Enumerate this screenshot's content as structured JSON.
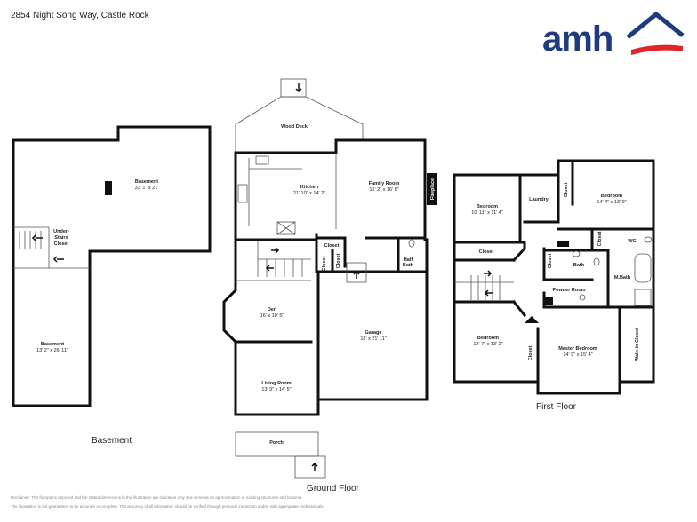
{
  "header": {
    "address": "2854 Night Song Way, Castle Rock"
  },
  "logo": {
    "text": "amh",
    "brand_color": "#1f3b80",
    "accent_color": "#e0262d"
  },
  "floors": {
    "basement": {
      "label": "Basement"
    },
    "ground": {
      "label": "Ground Floor"
    },
    "first": {
      "label": "First Floor"
    }
  },
  "rooms": {
    "basement_top": {
      "name": "Basement",
      "dims": "33' 1\" x 21'"
    },
    "basement_bottom": {
      "name": "Basement",
      "dims": "13' 2\" x 26' 11\""
    },
    "under_stairs": {
      "line1": "Under-",
      "line2": "Stairs",
      "line3": "Closet"
    },
    "wood_deck": {
      "name": "Wood Deck"
    },
    "kitchen": {
      "name": "Kitchen",
      "dims": "21' 10\" x 14' 2\""
    },
    "family_room": {
      "name": "Family Room",
      "dims": "15' 2\" x 16' 6\""
    },
    "fireplace": {
      "name": "Fireplace"
    },
    "closet_g1": {
      "name": "Closet"
    },
    "closet_g2": {
      "name": "Closet"
    },
    "closet_g3": {
      "name": "Closet"
    },
    "half_bath": {
      "line1": "Half",
      "line2": "Bath"
    },
    "den": {
      "name": "Den",
      "dims": "16' x 10' 5\""
    },
    "garage": {
      "name": "Garage",
      "dims": "18' x 21' 11\""
    },
    "living_room": {
      "name": "Living Room",
      "dims": "13' 9\" x 14' 5\""
    },
    "porch": {
      "name": "Porch"
    },
    "bedroom_nw": {
      "name": "Bedroom",
      "dims": "10' 11\" x 11' 4\""
    },
    "laundry": {
      "name": "Laundry"
    },
    "closet_f1": {
      "name": "Closet"
    },
    "bedroom_ne": {
      "name": "Bedroom",
      "dims": "14' 4\" x 13' 9\""
    },
    "closet_f2": {
      "name": "Closet"
    },
    "closet_f3": {
      "name": "Closet"
    },
    "closet_f4": {
      "name": "Closet"
    },
    "bath": {
      "name": "Bath"
    },
    "wc": {
      "name": "WC"
    },
    "mbath": {
      "name": "M.Bath"
    },
    "powder_room": {
      "name": "Powder Room"
    },
    "bedroom_sw": {
      "name": "Bedroom",
      "dims": "12' 7\" x 13' 2\""
    },
    "closet_f5": {
      "name": "Closet"
    },
    "master_bedroom": {
      "name": "Master Bedroom",
      "dims": "14' 9\" x 15' 4\""
    },
    "walkin_closet": {
      "name": "Walk-in Closet"
    }
  },
  "disclaimer": {
    "line1": "Disclaimer: The floorplans depicted and the stated dimensions in this illustration are indicative only and serve as an approximation of existing structures and features.",
    "line2": "The illustration is not guaranteed to be accurate or complete. The accuracy of all information should be verified through personal inspection and/or with appropriate professionals."
  }
}
